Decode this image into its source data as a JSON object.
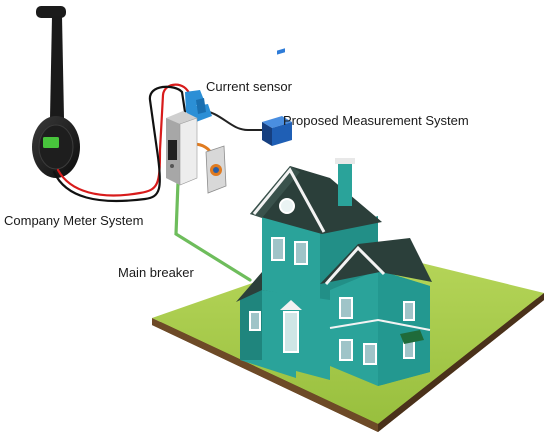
{
  "labels": {
    "current_sensor": "Current sensor",
    "proposed_system": "Proposed Measurement System",
    "company_meter": "Company Meter System",
    "main_breaker": "Main breaker"
  },
  "colors": {
    "house_wall": "#2aa39a",
    "house_roof": "#2b3f3a",
    "lawn": "#a7c94a",
    "wire_red": "#d81b1b",
    "wire_black": "#111111",
    "wire_green": "#6ebd5c",
    "sensor_clamp": "#2b8fd6",
    "meter_screen": "#48c43c",
    "measurement_box": "#1f5fb5"
  },
  "icons": {
    "meter": "smart-meter-icon",
    "breaker": "breaker-panel-icon",
    "outlet": "outlet-icon",
    "sensor": "current-sensor-clamp-icon",
    "device": "measurement-device-icon",
    "house": "house-icon"
  }
}
